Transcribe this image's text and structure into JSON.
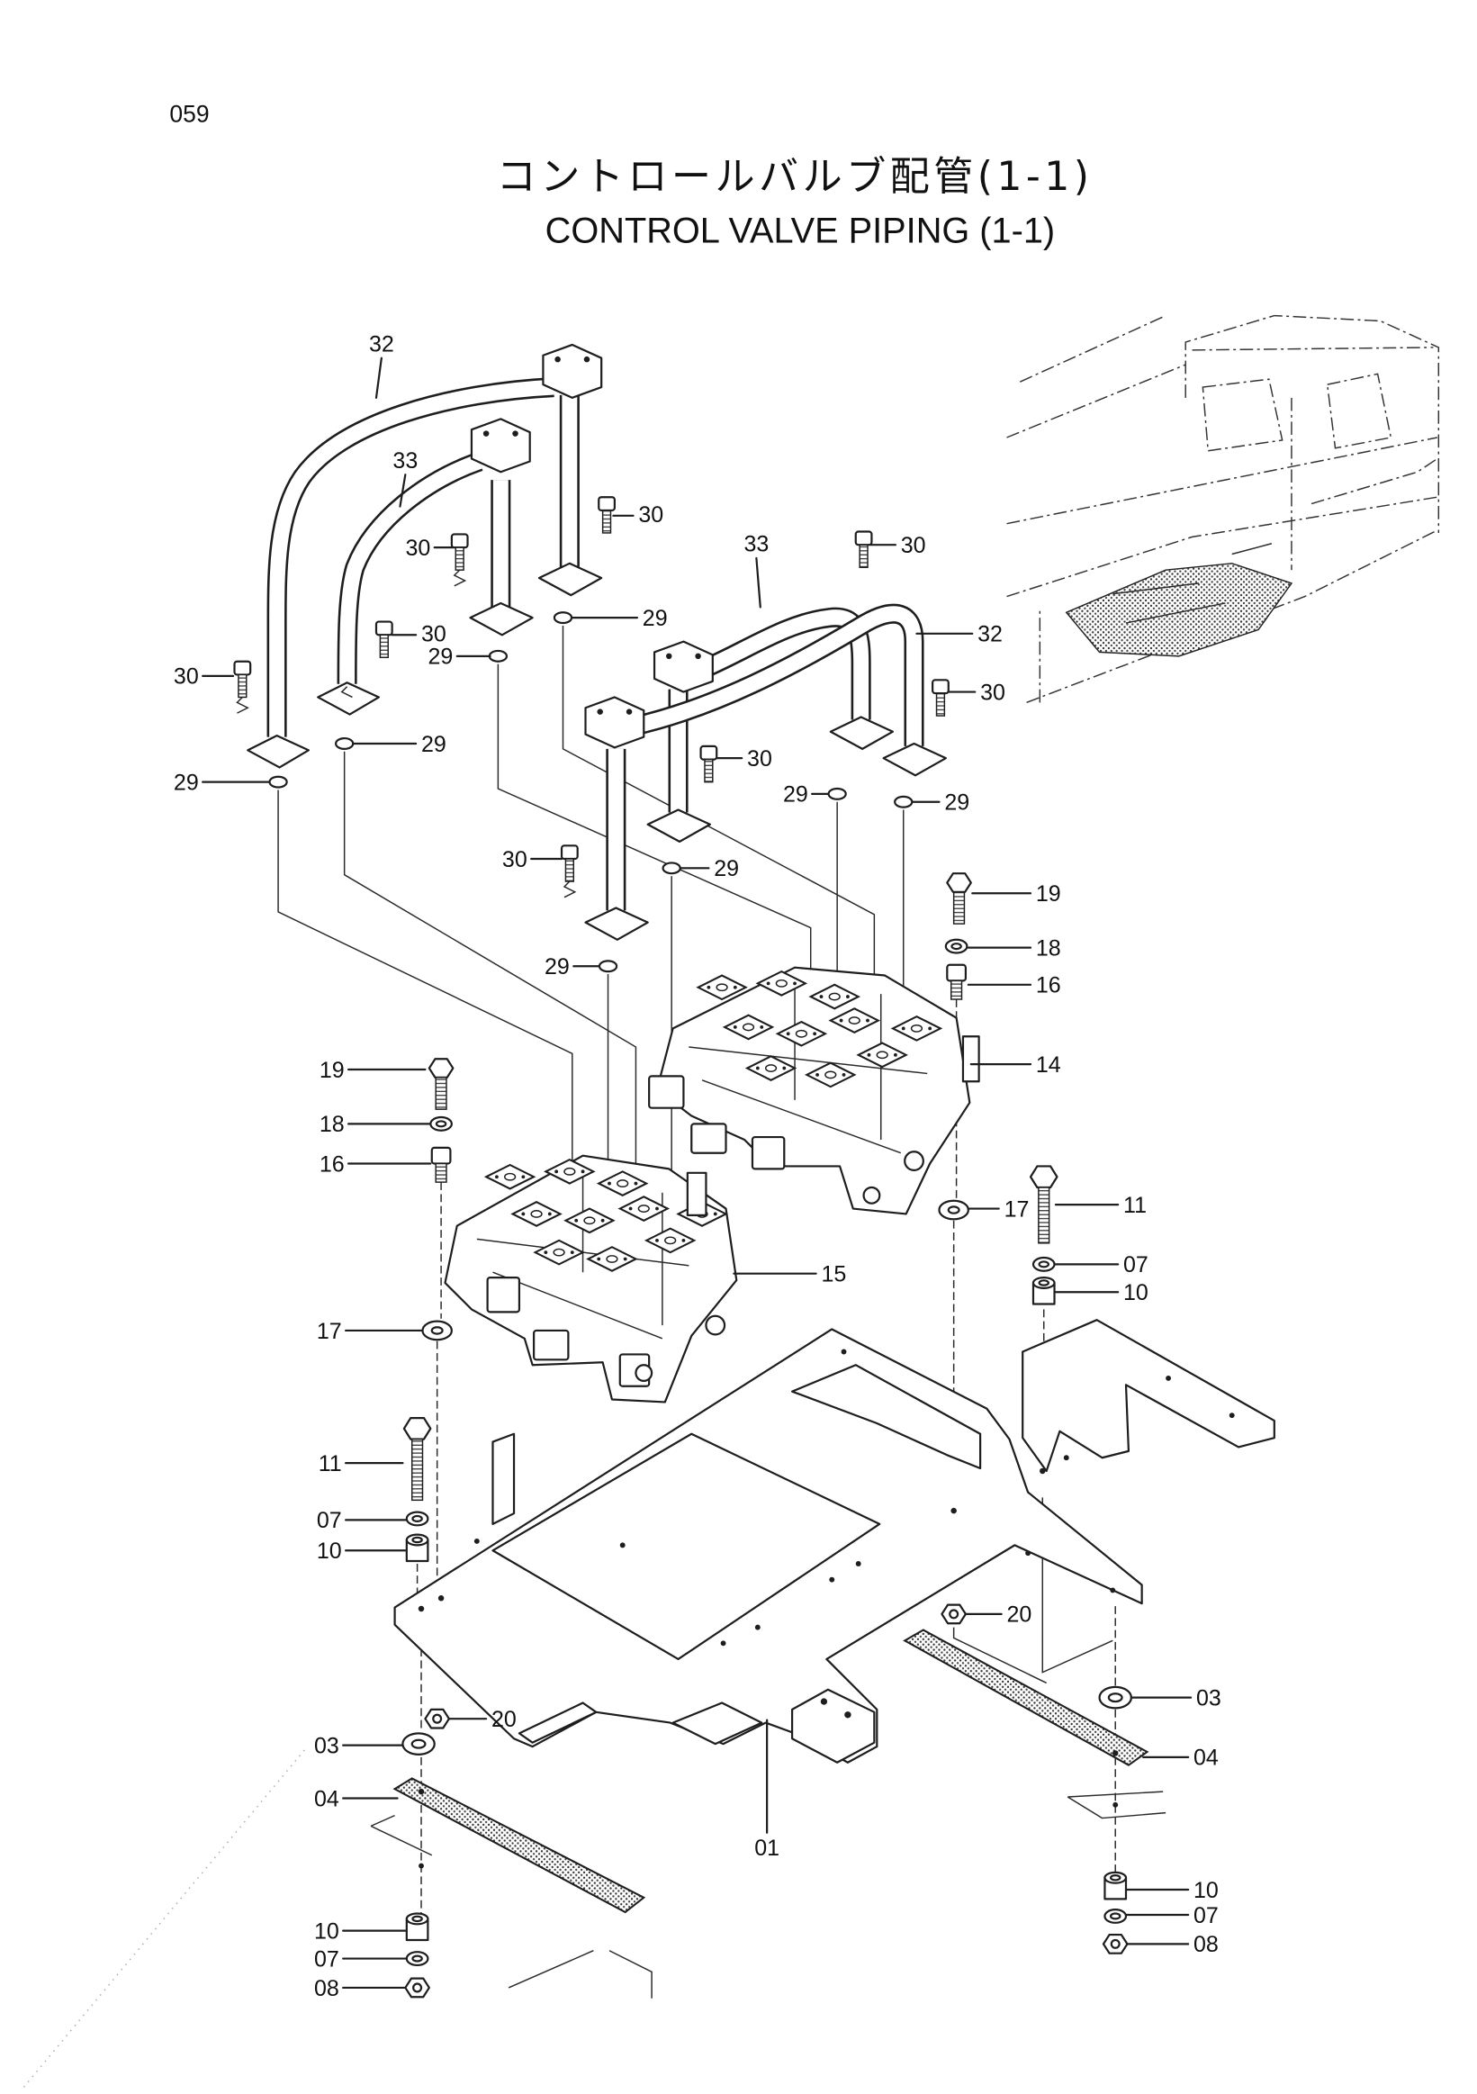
{
  "page_number": "059",
  "title_jp": "コントロールバルブ配管(1-1)",
  "title_en": "CONTROL VALVE PIPING (1-1)",
  "callouts": [
    "32",
    "33",
    "30",
    "30",
    "30",
    "29",
    "29",
    "30",
    "29",
    "29",
    "33",
    "30",
    "32",
    "30",
    "30",
    "29",
    "29",
    "30",
    "29",
    "19",
    "18",
    "16",
    "29",
    "14",
    "19",
    "18",
    "16",
    "17",
    "11",
    "15",
    "07",
    "10",
    "17",
    "11",
    "07",
    "10",
    "20",
    "20",
    "03",
    "03",
    "04",
    "04",
    "01",
    "10",
    "07",
    "08",
    "10",
    "07",
    "08"
  ]
}
